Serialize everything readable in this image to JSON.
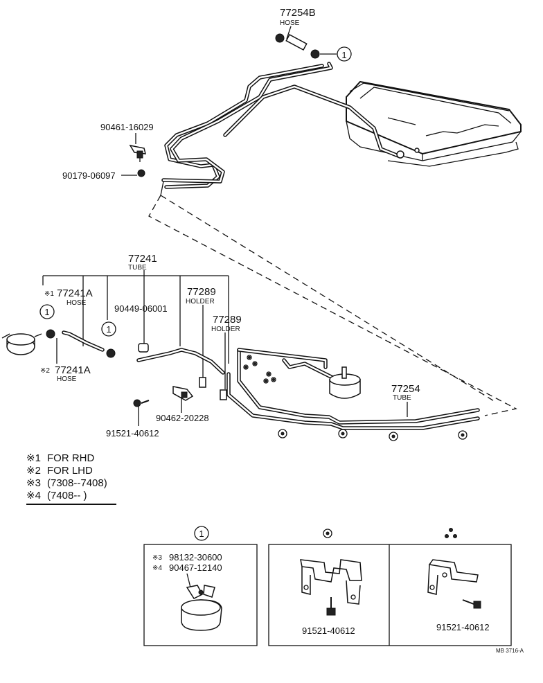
{
  "callouts": {
    "hose_77254b": {
      "number": "77254B",
      "name": "HOSE"
    },
    "bracket_90461": {
      "number": "90461-16029"
    },
    "clip_90179": {
      "number": "90179-06097"
    },
    "tube_77241": {
      "number": "77241",
      "name": "TUBE"
    },
    "hose_77241a_rhd": {
      "mark": "※1",
      "number": "77241A",
      "name": "HOSE"
    },
    "hose_77241a_lhd": {
      "mark": "※2",
      "number": "77241A",
      "name": "HOSE"
    },
    "grommet_90449": {
      "number": "90449-06001"
    },
    "holder_77289_a": {
      "number": "77289",
      "name": "HOLDER"
    },
    "holder_77289_b": {
      "number": "77289",
      "name": "HOLDER"
    },
    "clamp_90462": {
      "number": "90462-20228"
    },
    "bolt_91521": {
      "number": "91521-40612"
    },
    "tube_77254": {
      "number": "77254",
      "name": "TUBE"
    }
  },
  "ref_marks": {
    "circle_1": "1"
  },
  "notes": [
    {
      "mark": "※1",
      "text": "FOR RHD"
    },
    {
      "mark": "※2",
      "text": "FOR LHD"
    },
    {
      "mark": "※3",
      "text": "(7308--7408)"
    },
    {
      "mark": "※4",
      "text": "(7408--        )"
    }
  ],
  "detail_boxes": {
    "box1": {
      "header": "1",
      "lines": [
        {
          "mark": "※3",
          "number": "98132-30600"
        },
        {
          "mark": "※4",
          "number": "90467-12140"
        }
      ]
    },
    "box2": {
      "number": "91521-40612"
    },
    "box3": {
      "number": "91521-40612"
    }
  },
  "footer": {
    "code": "MB 3716-A"
  }
}
